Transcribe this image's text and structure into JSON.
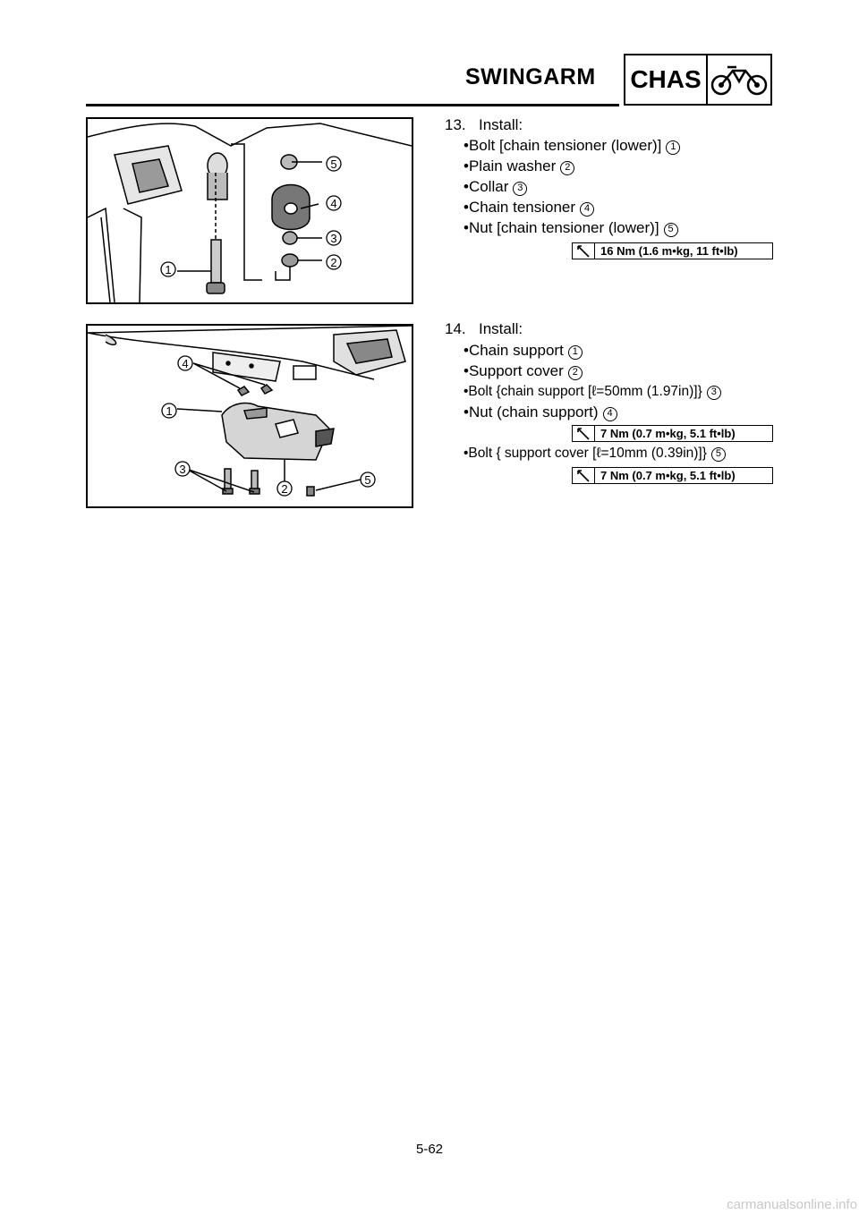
{
  "header": {
    "title": "SWINGARM",
    "section": "CHAS",
    "section_icon": "motorcycle-icon"
  },
  "step13": {
    "number": "13.",
    "action": "Install:",
    "items": [
      {
        "text": "•Bolt [chain tensioner (lower)]",
        "ref": "1"
      },
      {
        "text": "•Plain washer",
        "ref": "2"
      },
      {
        "text": "•Collar",
        "ref": "3"
      },
      {
        "text": "•Chain tensioner",
        "ref": "4"
      },
      {
        "text": "•Nut [chain tensioner (lower)]",
        "ref": "5"
      }
    ],
    "torque": "16 Nm (1.6 m•kg, 11 ft•lb)"
  },
  "step14": {
    "number": "14.",
    "action": "Install:",
    "items": [
      {
        "text": "•Chain support",
        "ref": "1"
      },
      {
        "text": "•Support cover",
        "ref": "2"
      },
      {
        "text": "•Bolt {chain support [ℓ=50mm (1.97in)]}",
        "ref": "3"
      },
      {
        "text": "•Nut (chain support)",
        "ref": "4"
      },
      {
        "text": "•Bolt { support cover [ℓ=10mm (0.39in)]}",
        "ref": "5"
      }
    ],
    "torque_nut": "7 Nm (0.7 m•kg, 5.1 ft•lb)",
    "torque_bolt": "7 Nm (0.7 m•kg, 5.1 ft•lb)"
  },
  "figure1": {
    "callouts": [
      "1",
      "2",
      "3",
      "4",
      "5"
    ]
  },
  "figure2": {
    "callouts": [
      "1",
      "2",
      "3",
      "4",
      "5"
    ]
  },
  "page_number": "5-62",
  "footer": "carmanualsonline.info"
}
